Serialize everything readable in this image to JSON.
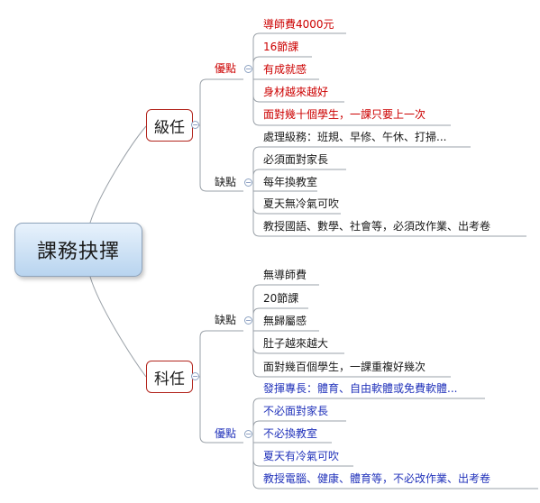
{
  "root": {
    "label": "課務抉擇"
  },
  "branches": [
    {
      "label": "級任",
      "groups": [
        {
          "label": "優點",
          "items": [
            "導師費4000元",
            "16節課",
            "有成就感",
            "身材越來越好",
            "面對幾十個學生，一課只要上一次"
          ]
        },
        {
          "label": "缺點",
          "items": [
            "處理級務：班規、早修、午休、打掃...",
            "必須面對家長",
            "每年換教室",
            "夏天無冷氣可吹",
            "教授國語、數學、社會等，必須改作業、出考卷"
          ]
        }
      ]
    },
    {
      "label": "科任",
      "groups": [
        {
          "label": "缺點",
          "items": [
            "無導師費",
            "20節課",
            "無歸屬感",
            "肚子越來越大",
            "面對幾百個學生，一課重複好幾次"
          ]
        },
        {
          "label": "優點",
          "items": [
            "發揮專長：體育、自由軟體或免費軟體...",
            "不必面對家長",
            "不必換教室",
            "夏天有冷氣可吹",
            "教授電腦、健康、體育等，不必改作業、出考卷"
          ]
        }
      ]
    }
  ],
  "colors": {
    "pro_jiren": "#cc0000",
    "pro_keren": "#2233bb",
    "con": "#1a1a1a",
    "branch_border": "#b3261e",
    "root_fill": "#c9def3"
  },
  "icons": {
    "collapse": "collapse-minus-icon",
    "collapse_symbol": "−"
  }
}
